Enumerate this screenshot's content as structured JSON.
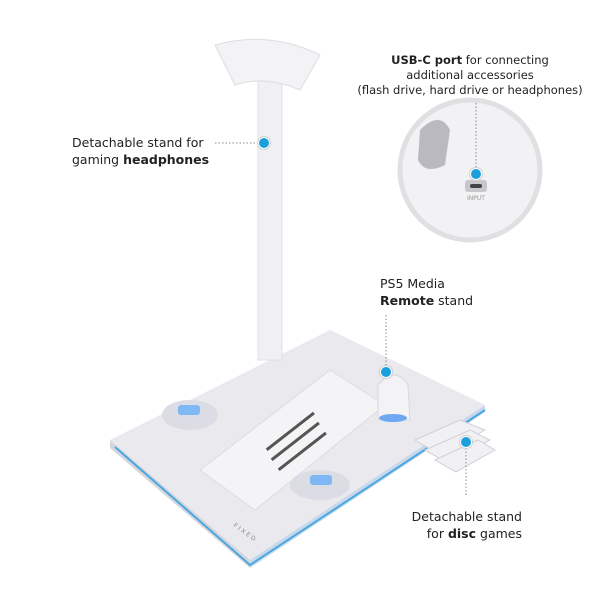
{
  "accent_color": "#1aa0dc",
  "callouts": {
    "headphones": {
      "line1": "Detachable stand for",
      "line2_prefix": "gaming ",
      "line2_bold": "headphones"
    },
    "usbc": {
      "bold": "USB-C port",
      "line1_rest": " for connecting",
      "line2": "additional accessories",
      "line3": "(flash drive, hard drive or headphones)",
      "port_label": "INPUT"
    },
    "remote": {
      "line1": "PS5 Media",
      "line2_bold": "Remote",
      "line2_rest": " stand"
    },
    "disc": {
      "line1": "Detachable stand",
      "line2_prefix": "for ",
      "line2_bold": "disc",
      "line2_rest": " games"
    }
  },
  "product": {
    "brand_mark": "FIXED"
  }
}
